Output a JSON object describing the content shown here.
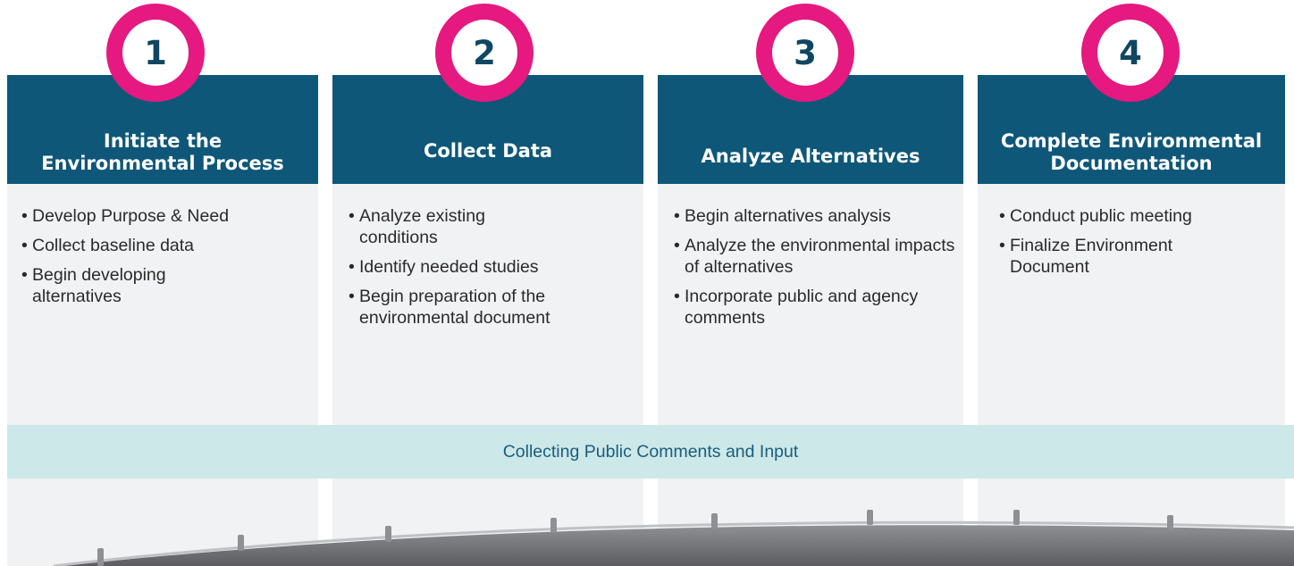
{
  "steps": [
    {
      "number": "1",
      "title": "Initiate the\nEnvironmental Process",
      "bullets": [
        "Develop Purpose & Need",
        "Collect baseline data",
        "Begin developing alternatives"
      ]
    },
    {
      "number": "2",
      "title": "Collect Data",
      "bullets": [
        "Analyze existing conditions",
        "Identify needed studies",
        "Begin preparation of the environmental document"
      ]
    },
    {
      "number": "3",
      "title": "Analyze Alternatives",
      "bullets": [
        "Begin alternatives analysis",
        "Analyze the environmental impacts of alternatives",
        "Incorporate public and agency comments"
      ]
    },
    {
      "number": "4",
      "title": "Complete Environmental\nDocumentation",
      "bullets": [
        "Conduct public meeting",
        "Finalize Environment Document"
      ]
    }
  ],
  "band_text": "Collecting Public Comments and Input",
  "colors": {
    "header": "#0f5779",
    "badge_ring": "#e5197f",
    "badge_number": "#0f4763",
    "column_bg": "#f1f2f4",
    "band": "#cde8e8",
    "band_text": "#1b5d7c",
    "road": "#8e9093"
  }
}
